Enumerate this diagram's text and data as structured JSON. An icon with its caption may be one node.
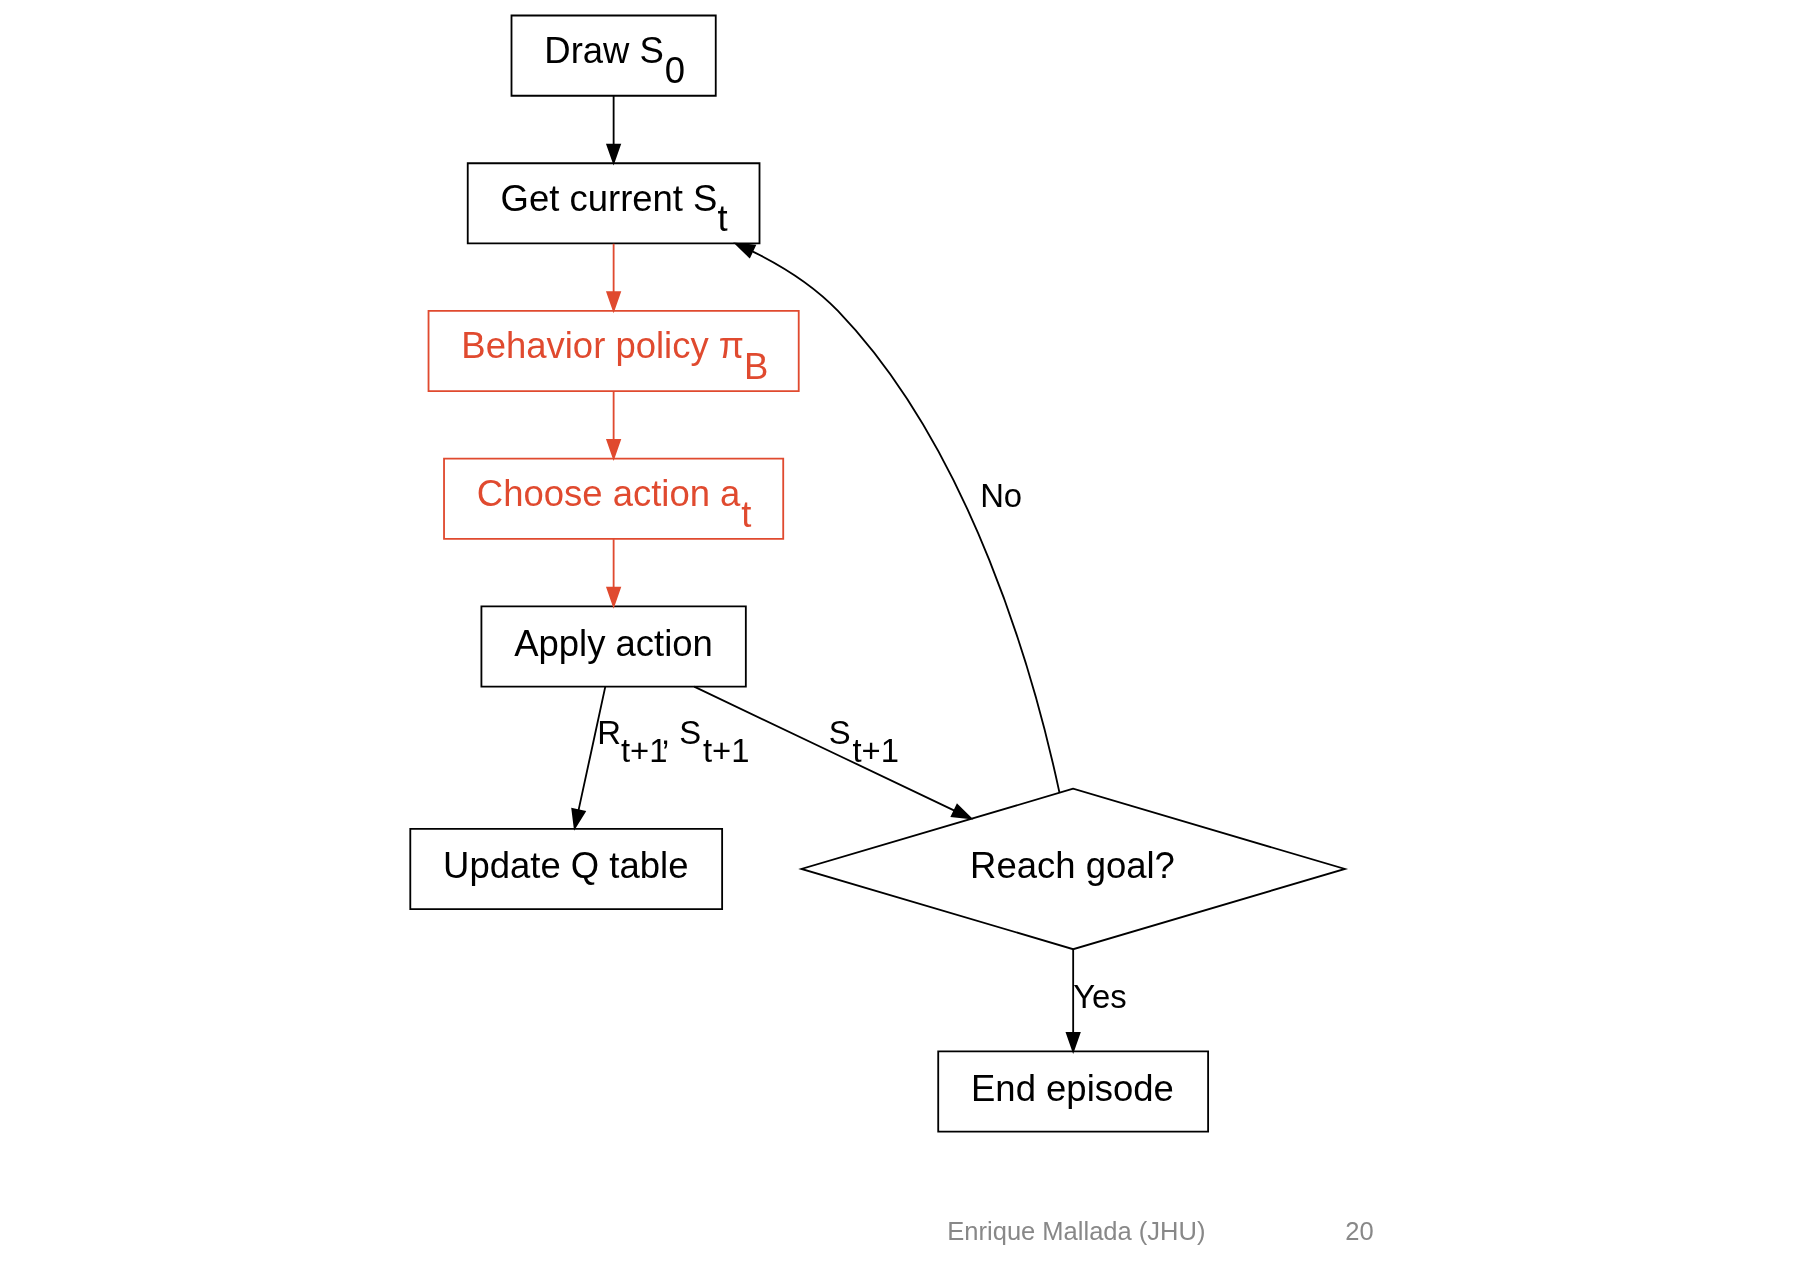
{
  "diagram": {
    "nodes": [
      {
        "text": [
          "Draw S$_{0}$"
        ]
      },
      {
        "text": [
          "Get current S$_{t}$"
        ]
      },
      {
        "text": [
          "Behavior policy π$_{B}$"
        ]
      },
      {
        "text": [
          "Choose action a$_{t}$"
        ]
      },
      {
        "text": [
          "Apply action"
        ]
      },
      {
        "text": [
          "Update Q table"
        ]
      },
      {
        "text": [
          "Reach goal?"
        ]
      },
      {
        "text": [
          "End episode"
        ]
      }
    ],
    "edges": [
      {
        "from": 0,
        "to": 1,
        "arrow": "to"
      },
      {
        "from": 1,
        "to": 2,
        "arrow": "to",
        "color": "#e04a2f"
      },
      {
        "from": 2,
        "to": 3,
        "arrow": "to",
        "color": "#e04a2f"
      },
      {
        "from": 3,
        "to": 4,
        "arrow": "to",
        "color": "#e04a2f"
      },
      {
        "from": 4,
        "to": 5,
        "arrow": "to",
        "label": "R$_{t+1}$, S$_{t+1}$"
      },
      {
        "from": 4,
        "to": 6,
        "arrow": "to",
        "label": "S$_{t+1}$"
      },
      {
        "from": 6,
        "to": 1,
        "arrow": "to",
        "label": "No"
      },
      {
        "from": 6,
        "to": 7,
        "arrow": "to",
        "label": "Yes"
      }
    ],
    "labels": [
      "Enrique Mallada (JHU)",
      "20"
    ]
  }
}
